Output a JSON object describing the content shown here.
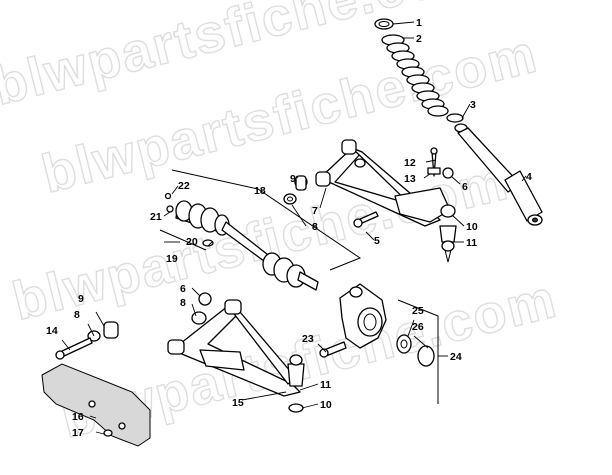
{
  "watermark": "blwpartsfiche.com",
  "callouts": [
    {
      "id": "c1",
      "text": "1"
    },
    {
      "id": "c2",
      "text": "2"
    },
    {
      "id": "c3",
      "text": "3"
    },
    {
      "id": "c4",
      "text": "4"
    },
    {
      "id": "c5",
      "text": "5"
    },
    {
      "id": "c6a",
      "text": "6"
    },
    {
      "id": "c6b",
      "text": "6"
    },
    {
      "id": "c7",
      "text": "7"
    },
    {
      "id": "c8a",
      "text": "8"
    },
    {
      "id": "c8b",
      "text": "8"
    },
    {
      "id": "c8c",
      "text": "8"
    },
    {
      "id": "c9a",
      "text": "9"
    },
    {
      "id": "c9b",
      "text": "9"
    },
    {
      "id": "c10a",
      "text": "10"
    },
    {
      "id": "c10b",
      "text": "10"
    },
    {
      "id": "c11a",
      "text": "11"
    },
    {
      "id": "c11b",
      "text": "11"
    },
    {
      "id": "c12",
      "text": "12"
    },
    {
      "id": "c13",
      "text": "13"
    },
    {
      "id": "c14",
      "text": "14"
    },
    {
      "id": "c15",
      "text": "15"
    },
    {
      "id": "c16",
      "text": "16"
    },
    {
      "id": "c17",
      "text": "17"
    },
    {
      "id": "c18",
      "text": "18"
    },
    {
      "id": "c19",
      "text": "19"
    },
    {
      "id": "c20",
      "text": "20"
    },
    {
      "id": "c21",
      "text": "21"
    },
    {
      "id": "c22",
      "text": "22"
    },
    {
      "id": "c23",
      "text": "23"
    },
    {
      "id": "c24",
      "text": "24"
    },
    {
      "id": "c25",
      "text": "25"
    },
    {
      "id": "c26",
      "text": "26"
    }
  ]
}
